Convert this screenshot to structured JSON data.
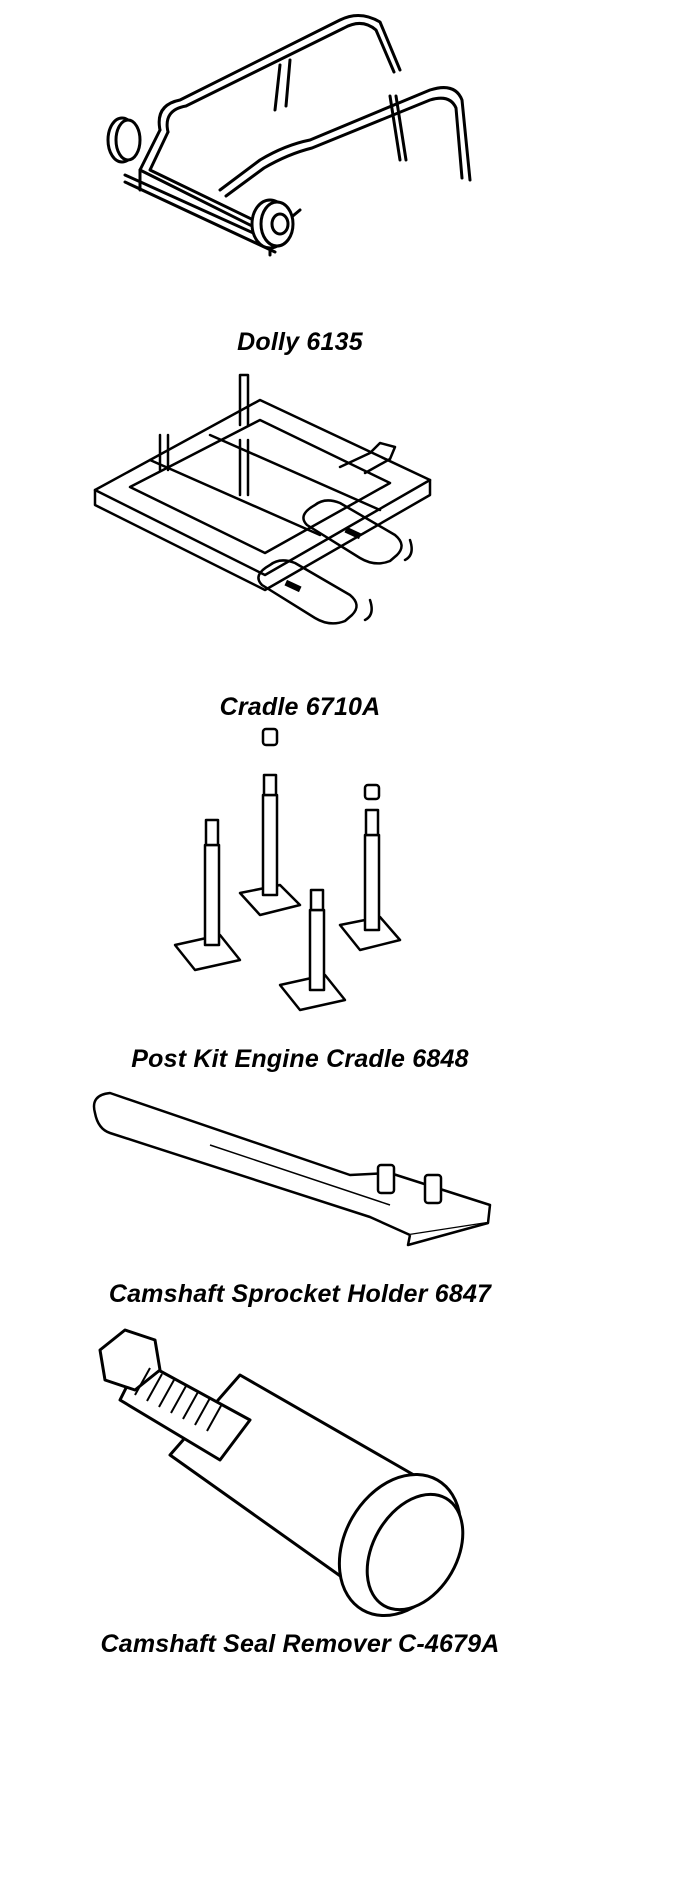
{
  "tools": [
    {
      "caption": "Dolly 6135",
      "icon": "dolly-icon"
    },
    {
      "caption": "Cradle 6710A",
      "icon": "cradle-icon"
    },
    {
      "caption": "Post Kit Engine Cradle 6848",
      "icon": "post-kit-icon"
    },
    {
      "caption": "Camshaft Sprocket Holder 6847",
      "icon": "sprocket-holder-icon"
    },
    {
      "caption": "Camshaft Seal Remover C-4679A",
      "icon": "seal-remover-icon"
    }
  ]
}
